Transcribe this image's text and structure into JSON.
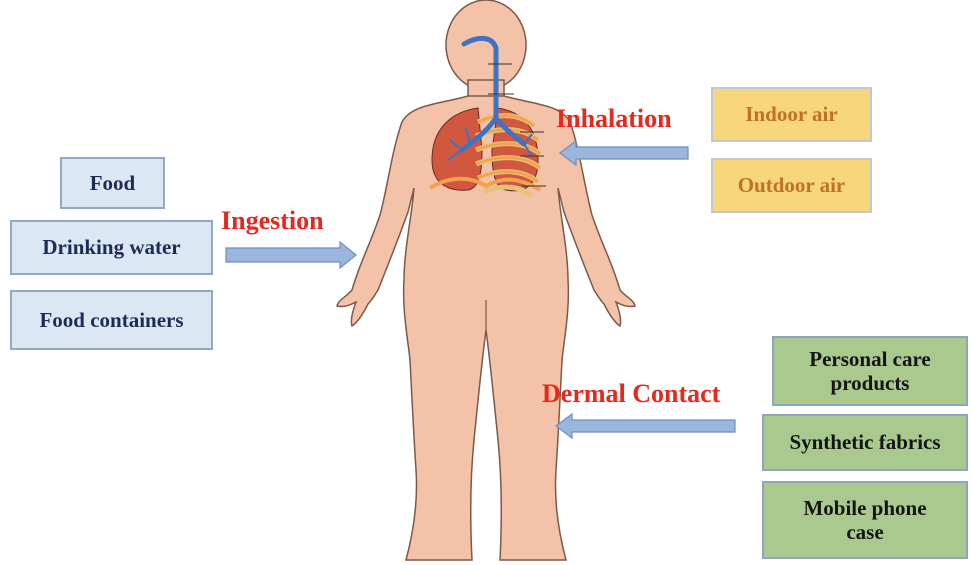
{
  "ingestion": {
    "label": "Ingestion",
    "sources": [
      "Food",
      "Drinking water",
      "Food containers"
    ]
  },
  "inhalation": {
    "label": "Inhalation",
    "sources": [
      "Indoor air",
      "Outdoor air"
    ]
  },
  "dermal": {
    "label": "Dermal Contact",
    "sources": [
      "Personal  care\nproducts",
      "Synthetic fabrics",
      "Mobile phone\ncase"
    ]
  },
  "colors": {
    "skin": "#f3c2a8",
    "skin_outline": "#7a5a4c",
    "lung": "#d2573f",
    "airway": "#3f72c0",
    "ribs": "#f2a24e",
    "arrow": "#9bb6dc",
    "route_label": "#e8271d"
  },
  "icons": {
    "body": "human-body-anatomy-icon",
    "arrow": "left-right-block-arrow"
  }
}
